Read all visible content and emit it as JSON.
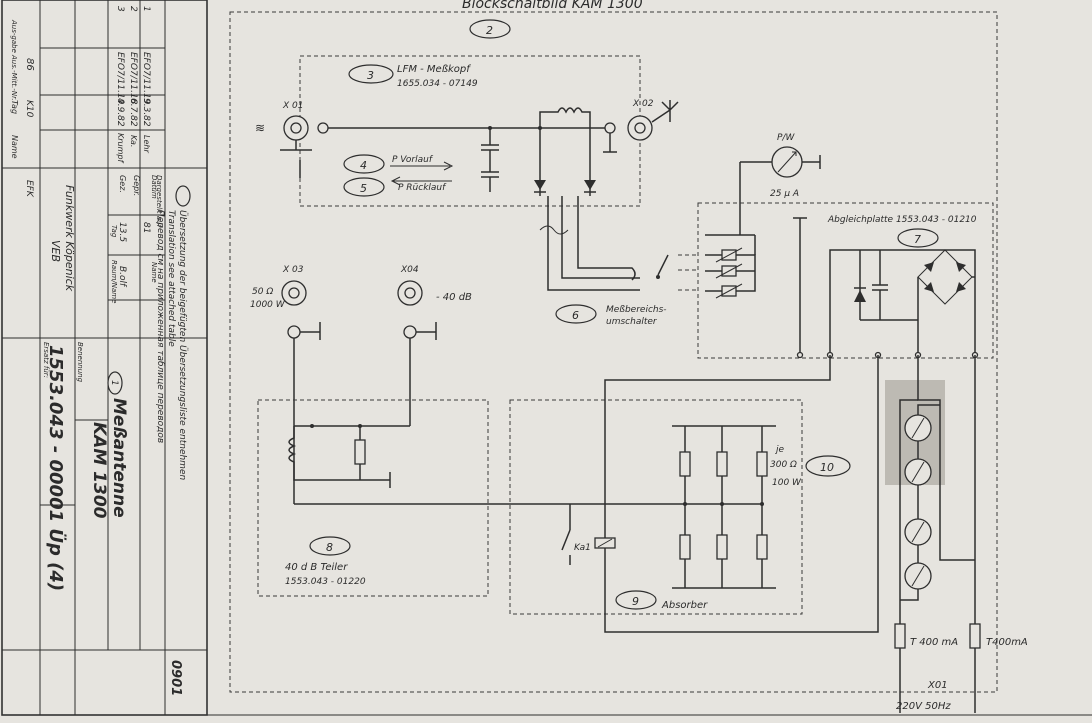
{
  "title": "Blockschaltbild KAM 1300",
  "blocks": {
    "b2": "2",
    "b3": {
      "num": "3",
      "name": "LFM - Meßkopf",
      "part": "1655.034 - 07149"
    },
    "b4": {
      "num": "4",
      "name": "P Vorlauf"
    },
    "b5": {
      "num": "5",
      "name": "P Rücklauf"
    },
    "b6": {
      "num": "6",
      "name1": "Meßbereichs-",
      "name2": "umschalter"
    },
    "b7": {
      "num": "7",
      "name": "Abgleichplatte 1553.043 - 01210"
    },
    "b8": {
      "num": "8",
      "name": "40 d B  Teiler",
      "part": "1553.043 - 01220"
    },
    "b9": {
      "num": "9",
      "name": "Absorber"
    },
    "b10": {
      "num": "10",
      "res1": "je",
      "res2": "300 Ω",
      "res3": "100 W"
    }
  },
  "connectors": {
    "x01a": "X 01",
    "x02": "X 02",
    "x03": "X 03",
    "x04": "X04",
    "x03_rating1": "50 Ω",
    "x03_rating2": "1000 W",
    "x04_rating": "- 40 dB",
    "x01_power": "X01",
    "mains": "220V  50Hz"
  },
  "meter": {
    "label": "P/W",
    "range": "25 µ A"
  },
  "relay_label": "Ka1",
  "fuses": {
    "f1": "T 400 mA",
    "f2": "T400mA"
  },
  "titleblock": {
    "rev_rows": [
      [
        "3",
        "EFO7/11.19",
        "4.9.82",
        "Krumpf"
      ],
      [
        "2",
        "EFO7/11.18",
        "6.7.82",
        "Ka."
      ],
      [
        "1",
        "EFO7/11.19",
        "9.3.82",
        "Lehr"
      ]
    ],
    "rev_header": [
      "Aus-gabe",
      "Aus.-Mitt.-Nr.",
      "Tag",
      "Name"
    ],
    "cells": {
      "c1": "86",
      "c2": "K10",
      "c3": "EFK"
    },
    "drawn_header": [
      "Datum",
      "Name"
    ],
    "drawn_rows": [
      [
        "Gez.",
        "13.5",
        "B.olf"
      ],
      [
        "Gepr.",
        "",
        ""
      ]
    ],
    "dargestellt": "Dargestellt auf",
    "tag_label": "Tag",
    "nr_label": "81",
    "raumname": "Raum/Name",
    "benennung": "Benennung",
    "doc_number": "1553.043 - 00001 Üp (4)",
    "name1": "Meßantenne",
    "name2": "KAM 1300",
    "company1": "VEB",
    "company2": "Funkwerk Köpenick",
    "ersatz": "Ersatz für:",
    "note1": "Übersetzung der beigefügten Übersetzungsliste entnehmen",
    "note2": "Translation see attached table",
    "note3": "Перевод см на приложенная таблице переводов",
    "sheet": "0901",
    "circle_num": "1"
  }
}
